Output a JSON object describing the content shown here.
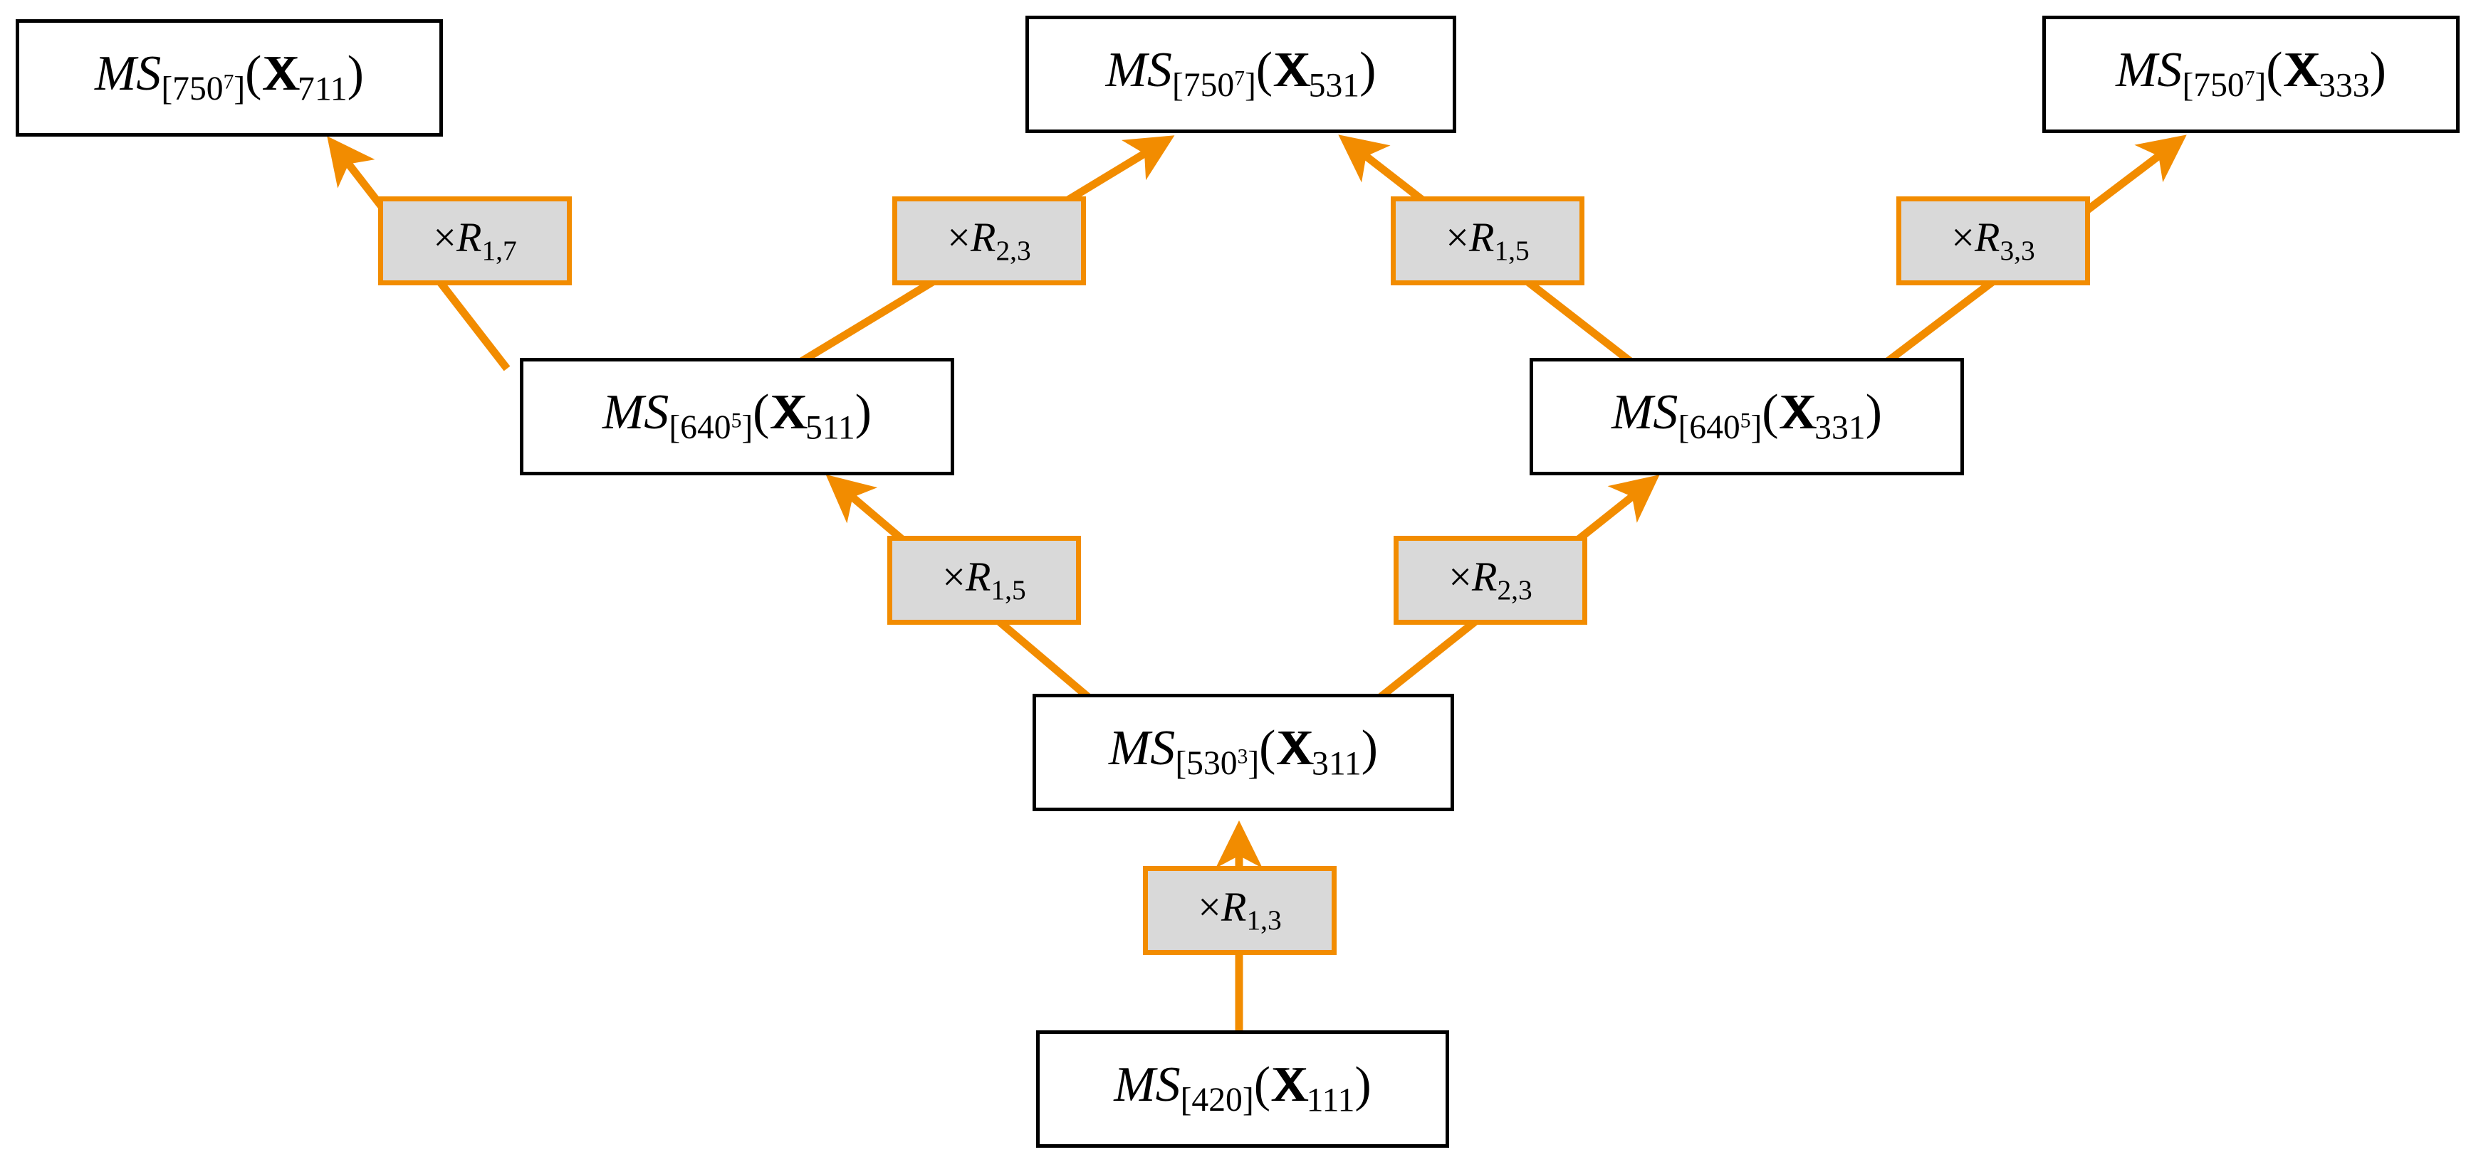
{
  "figure": {
    "type": "commutative-diagram",
    "title": "",
    "accent_color": "#f28c00",
    "node_border_color": "#000000",
    "node_fill_color": "#ffffff",
    "label_fill_color": "#d9d9d9",
    "background_color": "#ffffff"
  },
  "nodes": [
    {
      "id": "n711",
      "symbol": "MS",
      "sub": "[750",
      "sub_exp": "7",
      "sub_close": "]",
      "arg_open": "(",
      "arg_symbol": "X",
      "arg_sub": "711",
      "arg_close": ")",
      "plain": "MS_[750^7](X_711)"
    },
    {
      "id": "n531",
      "symbol": "MS",
      "sub": "[750",
      "sub_exp": "7",
      "sub_close": "]",
      "arg_open": "(",
      "arg_symbol": "X",
      "arg_sub": "531",
      "arg_close": ")",
      "plain": "MS_[750^7](X_531)"
    },
    {
      "id": "n333",
      "symbol": "MS",
      "sub": "[750",
      "sub_exp": "7",
      "sub_close": "]",
      "arg_open": "(",
      "arg_symbol": "X",
      "arg_sub": "333",
      "arg_close": ")",
      "plain": "MS_[750^7](X_333)"
    },
    {
      "id": "n511",
      "symbol": "MS",
      "sub": "[640",
      "sub_exp": "5",
      "sub_close": "]",
      "arg_open": "(",
      "arg_symbol": "X",
      "arg_sub": "511",
      "arg_close": ")",
      "plain": "MS_[640^5](X_511)"
    },
    {
      "id": "n331",
      "symbol": "MS",
      "sub": "[640",
      "sub_exp": "5",
      "sub_close": "]",
      "arg_open": "(",
      "arg_symbol": "X",
      "arg_sub": "331",
      "arg_close": ")",
      "plain": "MS_[640^5](X_331)"
    },
    {
      "id": "n311",
      "symbol": "MS",
      "sub": "[530",
      "sub_exp": "3",
      "sub_close": "]",
      "arg_open": "(",
      "arg_symbol": "X",
      "arg_sub": "311",
      "arg_close": ")",
      "plain": "MS_[530^3](X_311)"
    },
    {
      "id": "n111",
      "symbol": "MS",
      "sub": "[420",
      "sub_exp": "",
      "sub_close": "]",
      "arg_open": "(",
      "arg_symbol": "X",
      "arg_sub": "111",
      "arg_close": ")",
      "plain": "MS_[420](X_111)"
    }
  ],
  "edge_labels": [
    {
      "id": "e17",
      "op": "×",
      "symbol": "R",
      "sub": "1,7",
      "plain": "×R_{1,7}"
    },
    {
      "id": "e23top",
      "op": "×",
      "symbol": "R",
      "sub": "2,3",
      "plain": "×R_{2,3}"
    },
    {
      "id": "e15top",
      "op": "×",
      "symbol": "R",
      "sub": "1,5",
      "plain": "×R_{1,5}"
    },
    {
      "id": "e33",
      "op": "×",
      "symbol": "R",
      "sub": "3,3",
      "plain": "×R_{3,3}"
    },
    {
      "id": "e15mid",
      "op": "×",
      "symbol": "R",
      "sub": "1,5",
      "plain": "×R_{1,5}"
    },
    {
      "id": "e23mid",
      "op": "×",
      "symbol": "R",
      "sub": "2,3",
      "plain": "×R_{2,3}"
    },
    {
      "id": "e13",
      "op": "×",
      "symbol": "R",
      "sub": "1,3",
      "plain": "×R_{1,3}"
    }
  ],
  "edges": [
    {
      "from": "n511",
      "to": "n711",
      "label": "e17"
    },
    {
      "from": "n511",
      "to": "n531",
      "label": "e23top"
    },
    {
      "from": "n331",
      "to": "n531",
      "label": "e15top"
    },
    {
      "from": "n331",
      "to": "n333",
      "label": "e33"
    },
    {
      "from": "n311",
      "to": "n511",
      "label": "e15mid"
    },
    {
      "from": "n311",
      "to": "n331",
      "label": "e23mid"
    },
    {
      "from": "n111",
      "to": "n311",
      "label": "e13"
    }
  ]
}
